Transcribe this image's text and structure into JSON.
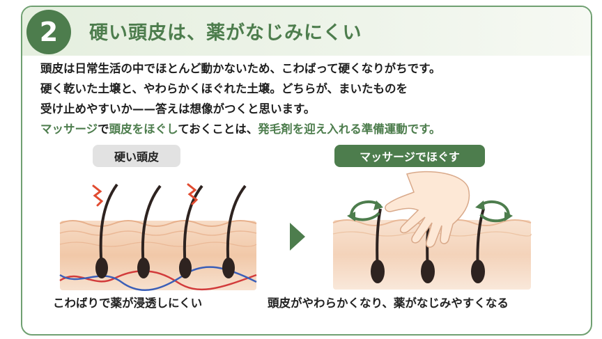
{
  "section": {
    "number": "2",
    "title": "硬い頭皮は、薬がなじみにくい"
  },
  "body": {
    "line1": "頭皮は日常生活の中でほとんど動かないため、こわばって硬くなりがちです。",
    "line2": "硬く乾いた土壌と、やわらかくほぐれた土壌。どちらが、まいたものを",
    "line3": "受け止めやすいか——答えは想像がつくと思います。",
    "line4_a": "マッサージ",
    "line4_b": "で",
    "line4_c": "頭皮をほぐし",
    "line4_d": "ておくことは、",
    "line4_e": "発毛剤を迎え入れる準備運動です。"
  },
  "left_panel": {
    "label": "硬い頭皮",
    "caption": "こわばりで薬が浸透しにくい"
  },
  "right_panel": {
    "label": "マッサージでほぐす",
    "caption": "頭皮がやわらかくなり、薬がなじみやすくなる"
  },
  "colors": {
    "accent": "#4d7d4d",
    "border": "#6fa071",
    "skin": "#f3cdb1",
    "pain": "#e14b30"
  },
  "icons": [
    "pain-zigzag-icon",
    "rotate-arrows-icon",
    "next-arrow-icon",
    "hand-icon"
  ]
}
